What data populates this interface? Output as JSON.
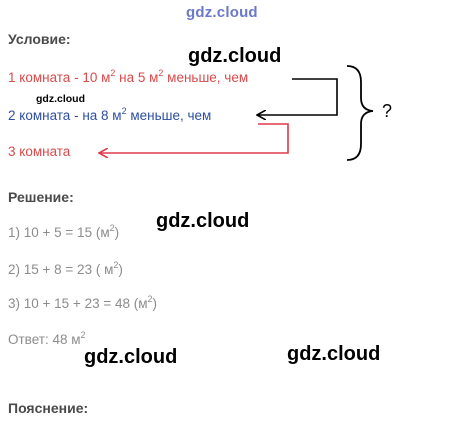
{
  "header_watermark": "gdz.cloud",
  "watermarks": {
    "condition": "gdz.cloud",
    "condition_small": "gdz.cloud",
    "solution": "gdz.cloud",
    "bottom_left": "gdz.cloud",
    "bottom_right": "gdz.cloud"
  },
  "condition": {
    "title": "Условие:",
    "rooms": [
      {
        "num": "1",
        "label": " комната - 10 м",
        "sup": "2",
        "rest": " на 5 м",
        "sup2": "2",
        "rest2": " меньше, чем"
      },
      {
        "num": "2",
        "label": " комната - на 8 м",
        "sup": "2",
        "rest": " меньше, чем"
      },
      {
        "num": "3",
        "label": " комната"
      }
    ],
    "question": "?"
  },
  "solution": {
    "title": "Решение:",
    "steps": [
      {
        "n": "1)",
        "expr": " 10 + 5 = 15 (м",
        "sup": "2",
        "end": ")"
      },
      {
        "n": "2)",
        "expr": " 15 + 8 = 23 ( м",
        "sup": "2",
        "end": ")"
      },
      {
        "n": "3)",
        "expr": " 10 + 15 + 23 = 48 (м",
        "sup": "2",
        "end": ")"
      }
    ]
  },
  "answer": {
    "label": "Ответ:",
    "value": " 48 м",
    "sup": "2"
  },
  "explanation": {
    "title": "Пояснение:"
  },
  "colors": {
    "red_text": "#d94a4a",
    "blue_text": "#2d4fa0",
    "arrow_black": "#000000",
    "arrow_red": "#e03a4a",
    "watermark_header": "#6b79c9"
  }
}
